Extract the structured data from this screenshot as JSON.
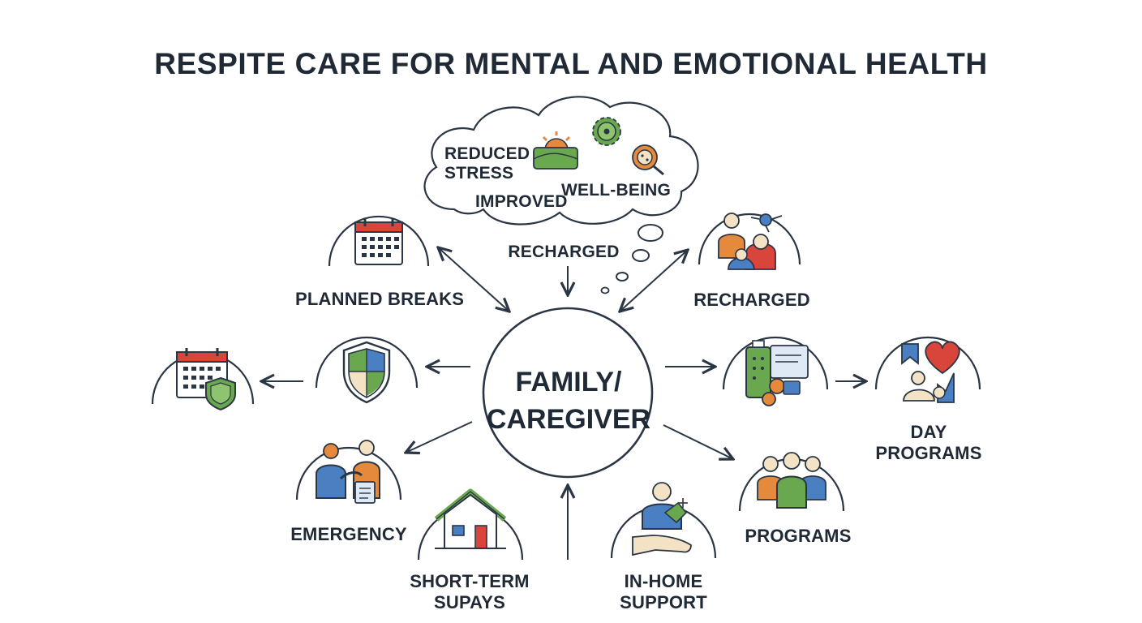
{
  "title": "RESPITE CARE FOR MENTAL AND EMOTIONAL HEALTH",
  "center": {
    "line1": "FAMILY/",
    "line2": "CAREGIVER"
  },
  "cloud": {
    "reduced_stress_line1": "REDUCED",
    "reduced_stress_line2": "STRESS",
    "improved": "IMPROVED",
    "well_being": "WELL-BEING"
  },
  "labels": {
    "recharged_top": "RECHARGED",
    "planned_breaks": "PLANNED BREAKS",
    "recharged_right": "RECHARGED",
    "day_programs_line1": "DAY",
    "day_programs_line2": "PROGRAMS",
    "emergency": "EMERGENCY",
    "short_term_line1": "SHORT-TERM",
    "short_term_line2": "SUPAYS",
    "in_home_line1": "IN-HOME",
    "in_home_line2": "SUPPORT",
    "programs": "PROGRAMS"
  },
  "colors": {
    "ink": "#1f2a36",
    "blue": "#4a7fc1",
    "green": "#6aa84f",
    "orange": "#e58a3c",
    "red": "#d9453a",
    "cream": "#f4e2c4"
  }
}
